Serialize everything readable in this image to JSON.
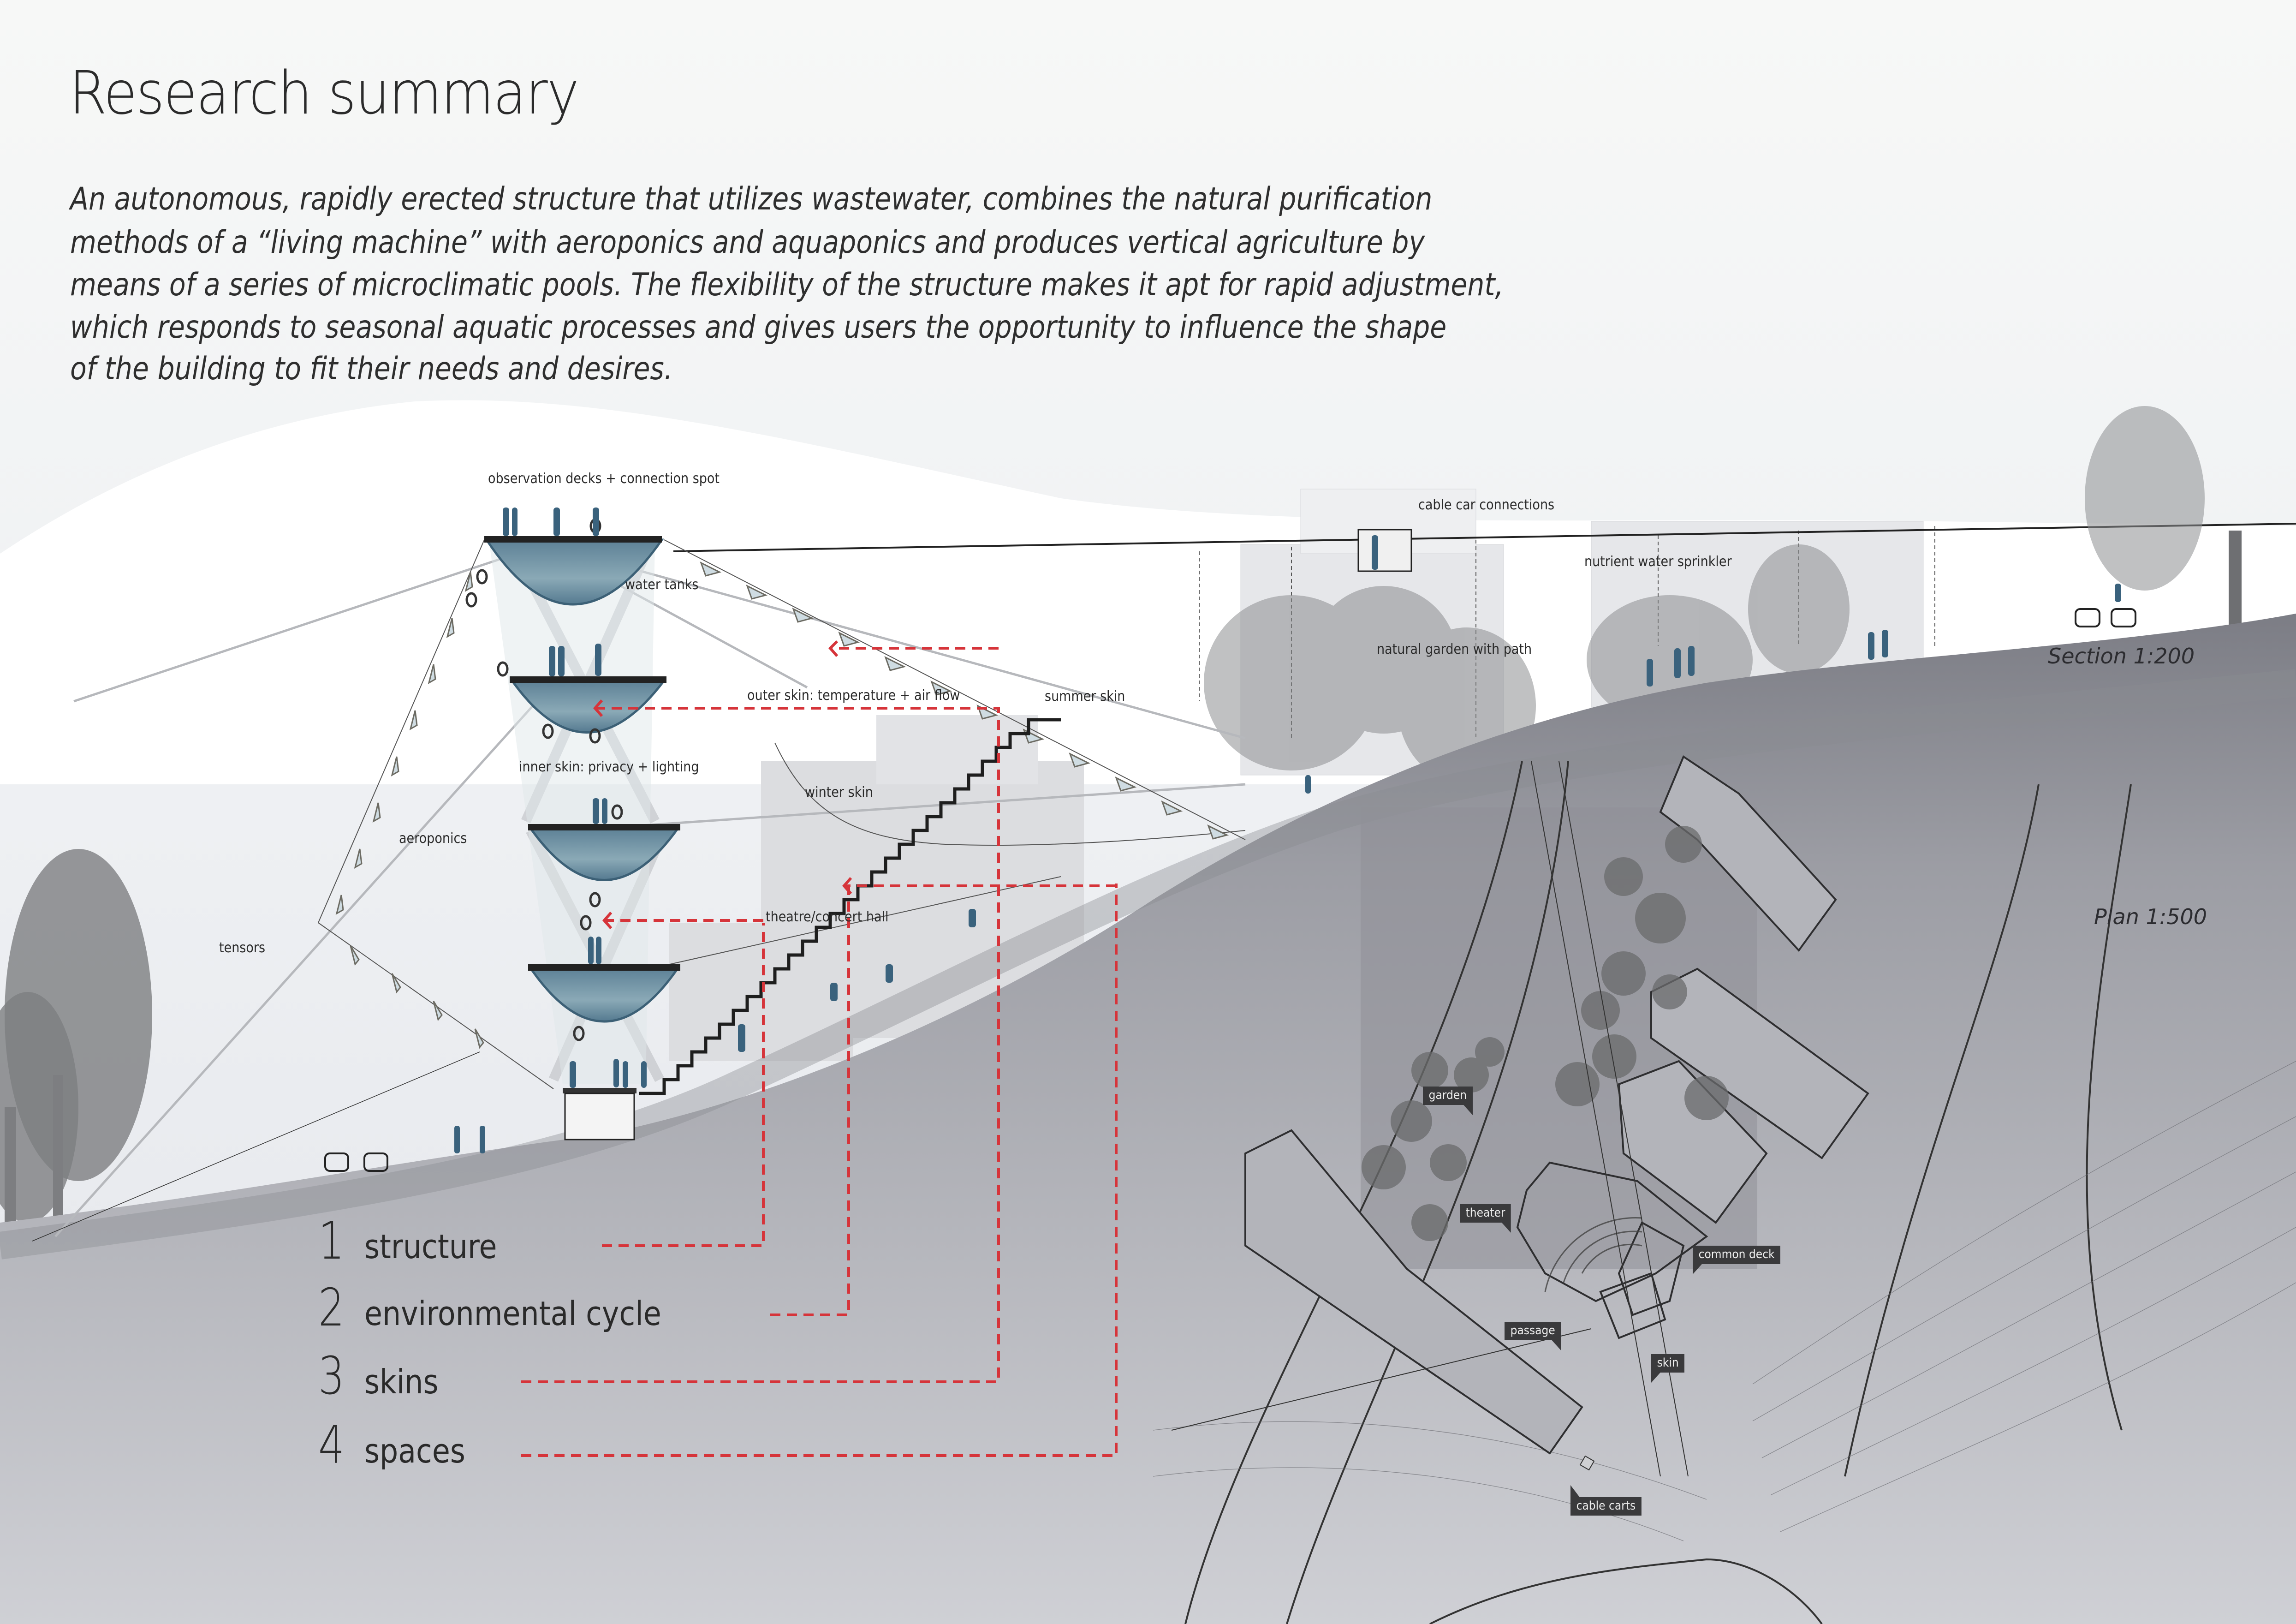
{
  "header": {
    "title": "Research summary",
    "summary_lines": [
      "An autonomous, rapidly erected structure that utilizes wastewater, combines the natural purification",
      "methods of a “living machine” with aeroponics and aquaponics and produces vertical agriculture by",
      "means of a series of microclimatic pools. The flexibility of the structure makes it apt for rapid adjustment,",
      "which responds to seasonal aquatic processes and gives users the opportunity to influence the shape",
      "of the building to fit their needs and desires."
    ]
  },
  "section": {
    "scale_label": "Section 1:200",
    "labels": {
      "observation_decks": "observation decks + connection spot",
      "water_tanks": "water tanks",
      "outer_skin": "outer skin: temperature + air flow",
      "summer_skin": "summer skin",
      "inner_skin": "inner skin: privacy + lighting",
      "winter_skin": "winter skin",
      "aeroponics": "aeroponics",
      "theatre": "theatre/concert hall",
      "tensors": "tensors",
      "cable_car": "cable car connections",
      "nutrient_sprinkler": "nutrient water sprinkler",
      "natural_garden": "natural garden with path"
    }
  },
  "plan": {
    "scale_label": "Plan 1:500",
    "tags": {
      "garden": "garden",
      "theater": "theater",
      "common_deck": "common deck",
      "passage": "passage",
      "skin": "skin",
      "cable_carts": "cable carts"
    }
  },
  "legend": [
    {
      "number": "1",
      "label": "structure"
    },
    {
      "number": "2",
      "label": "environmental cycle"
    },
    {
      "number": "3",
      "label": "skins"
    },
    {
      "number": "4",
      "label": "spaces"
    }
  ],
  "colors": {
    "accent_red": "#d6343a",
    "figure_blue": "#3a627d",
    "tank_blue": "#6e93a6",
    "ground_grey": "#9a9ba2",
    "text_dark": "#2a2a2a"
  }
}
